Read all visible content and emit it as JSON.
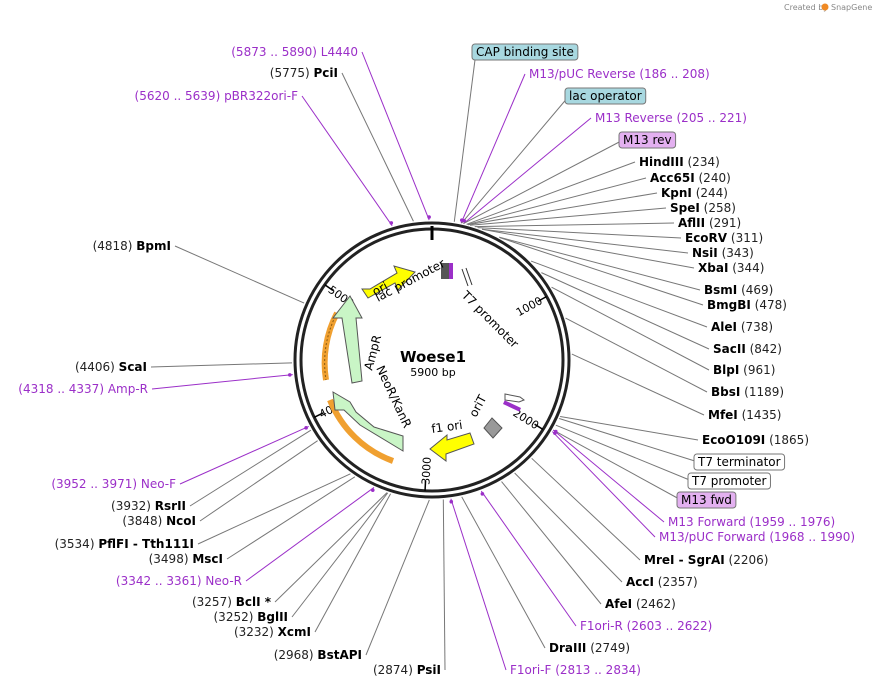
{
  "credit": {
    "text": "Created by",
    "brand": "SnapGene"
  },
  "plasmid": {
    "name": "Woese1",
    "size": "5900 bp",
    "length": 5900
  },
  "colors": {
    "primer": "#9b2fc8",
    "ring": "#222222",
    "feature_green": "#c9f5c6",
    "feature_yellow": "#ffff00",
    "feature_orange": "#f0a030",
    "tag_blue": "#a8d8e0",
    "tag_purple": "#e3b0f0"
  },
  "ticks": [
    {
      "label": "1000",
      "pos": 1000
    },
    {
      "label": "2000",
      "pos": 2000
    },
    {
      "label": "3000",
      "pos": 3000
    },
    {
      "label": "4000",
      "pos": 4000
    },
    {
      "label": "5000",
      "pos": 5000
    }
  ],
  "features": [
    {
      "label": "ori",
      "color": "#ffff00"
    },
    {
      "label": "lac promoter",
      "color": "#ffffff"
    },
    {
      "label": "T7 promoter",
      "color": "#ffffff"
    },
    {
      "label": "AmpR",
      "color": "#c9f5c6"
    },
    {
      "label": "NeoR/KanR",
      "color": "#c9f5c6"
    },
    {
      "label": "f1 ori",
      "color": "#ffff00"
    },
    {
      "label": "oriT",
      "color": "#ffffff"
    }
  ],
  "labels": [
    {
      "kind": "primer",
      "range": "(5873 .. 5890)",
      "name": "L4440",
      "pos": 5881
    },
    {
      "kind": "site",
      "position": "(5775)",
      "name": "PciI",
      "pos": 5775
    },
    {
      "kind": "primer",
      "range": "(5620 .. 5639)",
      "name": "pBR322ori-F",
      "pos": 5629
    },
    {
      "kind": "site",
      "position": "(4818)",
      "name": "BpmI",
      "pos": 4818
    },
    {
      "kind": "site",
      "position": "(4406)",
      "name": "ScaI",
      "pos": 4406
    },
    {
      "kind": "primer",
      "range": "(4318 .. 4337)",
      "name": "Amp-R",
      "pos": 4327
    },
    {
      "kind": "primer",
      "range": "(3952 .. 3971)",
      "name": "Neo-F",
      "pos": 3961
    },
    {
      "kind": "site",
      "position": "(3932)",
      "name": "RsrII",
      "pos": 3932
    },
    {
      "kind": "site",
      "position": "(3848)",
      "name": "NcoI",
      "pos": 3848
    },
    {
      "kind": "site",
      "position": "(3534)",
      "name": "PflFI",
      "name2": "Tth111I",
      "pos": 3534
    },
    {
      "kind": "site",
      "position": "(3498)",
      "name": "MscI",
      "pos": 3498
    },
    {
      "kind": "primer",
      "range": "(3342 .. 3361)",
      "name": "Neo-R",
      "pos": 3351
    },
    {
      "kind": "site",
      "position": "(3257)",
      "name": "BclI *",
      "pos": 3257
    },
    {
      "kind": "site",
      "position": "(3252)",
      "name": "BglII",
      "pos": 3252
    },
    {
      "kind": "site",
      "position": "(3232)",
      "name": "XcmI",
      "pos": 3232
    },
    {
      "kind": "site",
      "position": "(2968)",
      "name": "BstAPI",
      "pos": 2968
    },
    {
      "kind": "site",
      "position": "(2874)",
      "name": "PsiI",
      "pos": 2874
    },
    {
      "kind": "tag",
      "name": "CAP binding site",
      "color": "#a8d8e0",
      "pos": 150
    },
    {
      "kind": "primer",
      "name": "M13/pUC Reverse",
      "range": "(186 .. 208)",
      "pos": 197
    },
    {
      "kind": "tag",
      "name": "lac operator",
      "color": "#a8d8e0",
      "pos": 200
    },
    {
      "kind": "primer",
      "name": "M13 Reverse",
      "range": "(205 .. 221)",
      "pos": 213
    },
    {
      "kind": "tag",
      "name": "M13 rev",
      "color": "#e3b0f0",
      "pos": 213
    },
    {
      "kind": "site",
      "name": "HindIII",
      "position": "(234)",
      "pos": 234
    },
    {
      "kind": "site",
      "name": "Acc65I",
      "position": "(240)",
      "pos": 240
    },
    {
      "kind": "site",
      "name": "KpnI",
      "position": "(244)",
      "pos": 244
    },
    {
      "kind": "site",
      "name": "SpeI",
      "position": "(258)",
      "pos": 258
    },
    {
      "kind": "site",
      "name": "AflII",
      "position": "(291)",
      "pos": 291
    },
    {
      "kind": "site",
      "name": "EcoRV",
      "position": "(311)",
      "pos": 311
    },
    {
      "kind": "site",
      "name": "NsiI",
      "position": "(343)",
      "pos": 343
    },
    {
      "kind": "site",
      "name": "XbaI",
      "position": "(344)",
      "pos": 344
    },
    {
      "kind": "site",
      "name": "BsmI",
      "position": "(469)",
      "pos": 469
    },
    {
      "kind": "site",
      "name": "BmgBI",
      "position": "(478)",
      "pos": 478
    },
    {
      "kind": "site",
      "name": "AleI",
      "position": "(738)",
      "pos": 738
    },
    {
      "kind": "site",
      "name": "SacII",
      "position": "(842)",
      "pos": 842
    },
    {
      "kind": "site",
      "name": "BlpI",
      "position": "(961)",
      "pos": 961
    },
    {
      "kind": "site",
      "name": "BbsI",
      "position": "(1189)",
      "pos": 1189
    },
    {
      "kind": "site",
      "name": "MfeI",
      "position": "(1435)",
      "pos": 1435
    },
    {
      "kind": "site",
      "name": "EcoO109I",
      "position": "(1865)",
      "pos": 1865
    },
    {
      "kind": "tag",
      "name": "T7 terminator",
      "color": "#ffffff",
      "pos": 1880
    },
    {
      "kind": "tag",
      "name": "T7 promoter",
      "color": "#ffffff",
      "pos": 1930
    },
    {
      "kind": "tag",
      "name": "M13 fwd",
      "color": "#e3b0f0",
      "pos": 1967
    },
    {
      "kind": "primer",
      "name": "M13 Forward",
      "range": "(1959 .. 1976)",
      "pos": 1967
    },
    {
      "kind": "primer",
      "name": "M13/pUC Forward",
      "range": "(1968 .. 1990)",
      "pos": 1979
    },
    {
      "kind": "site",
      "name": "MreI",
      "name2": "SgrAI",
      "position": "(2206)",
      "pos": 2206
    },
    {
      "kind": "site",
      "name": "AccI",
      "position": "(2357)",
      "pos": 2357
    },
    {
      "kind": "site",
      "name": "AfeI",
      "position": "(2462)",
      "pos": 2462
    },
    {
      "kind": "primer",
      "name": "F1ori-R",
      "range": "(2603 .. 2622)",
      "pos": 2612
    },
    {
      "kind": "site",
      "name": "DraIII",
      "position": "(2749)",
      "pos": 2749
    },
    {
      "kind": "primer",
      "name": "F1ori-F",
      "range": "(2813 .. 2834)",
      "pos": 2823
    }
  ]
}
